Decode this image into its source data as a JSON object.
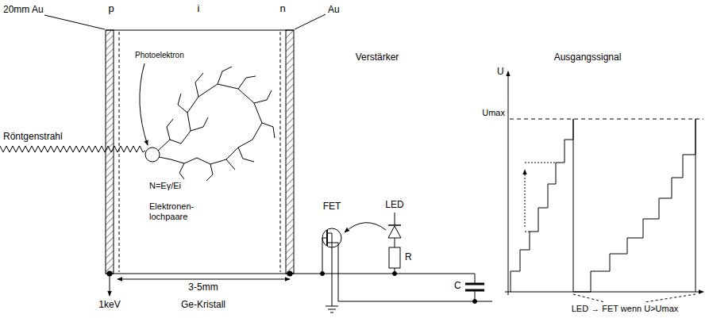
{
  "diagram": {
    "labels": [
      "20mm Au",
      "p",
      "i",
      "n",
      "Au",
      "Photoelektron",
      "Röntgenstrahl",
      "N=Eγ/Ei",
      "Elektronen- lochpaare",
      "3-5mm",
      "1keV",
      "Ge-Kristall",
      "Verstärker",
      "FET",
      "LED",
      "R",
      "C",
      "Ausgangssignal",
      "U",
      "Umax",
      "LED → FET wenn U>Umax"
    ]
  }
}
